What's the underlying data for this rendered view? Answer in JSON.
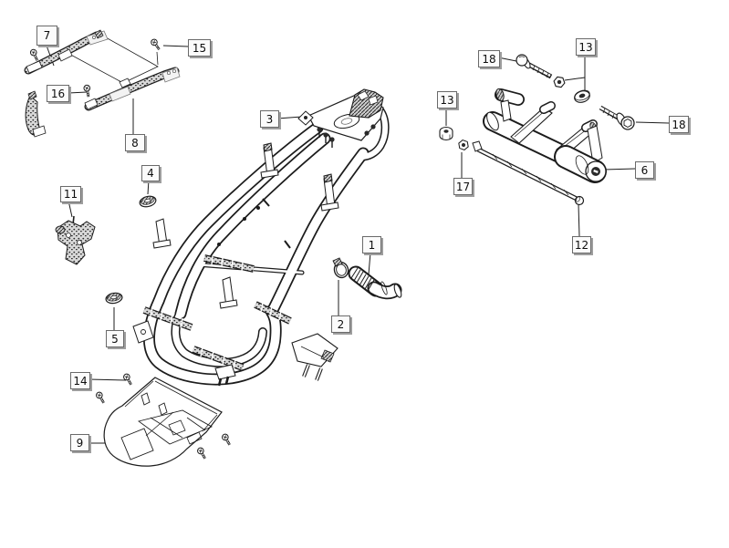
{
  "figure": {
    "alt": "Exploded parts diagram of a scooter chassis frame with numbered callouts",
    "type": "exploded-parts-diagram",
    "background_color": "#ffffff",
    "line_color": "#1c1c1c",
    "callout_style": {
      "background": "#fbfbfb",
      "border": "#6a6a6a",
      "shadow": "#9e9e9e",
      "text": "#0d0d0d"
    }
  },
  "callouts": [
    {
      "number": "7"
    },
    {
      "number": "15"
    },
    {
      "number": "16"
    },
    {
      "number": "8"
    },
    {
      "number": "3"
    },
    {
      "number": "4"
    },
    {
      "number": "11"
    },
    {
      "number": "5"
    },
    {
      "number": "14"
    },
    {
      "number": "9"
    },
    {
      "number": "1"
    },
    {
      "number": "2"
    },
    {
      "number": "18"
    },
    {
      "number": "13"
    },
    {
      "number": "13"
    },
    {
      "number": "18"
    },
    {
      "number": "6"
    },
    {
      "number": "17"
    },
    {
      "number": "12"
    }
  ]
}
